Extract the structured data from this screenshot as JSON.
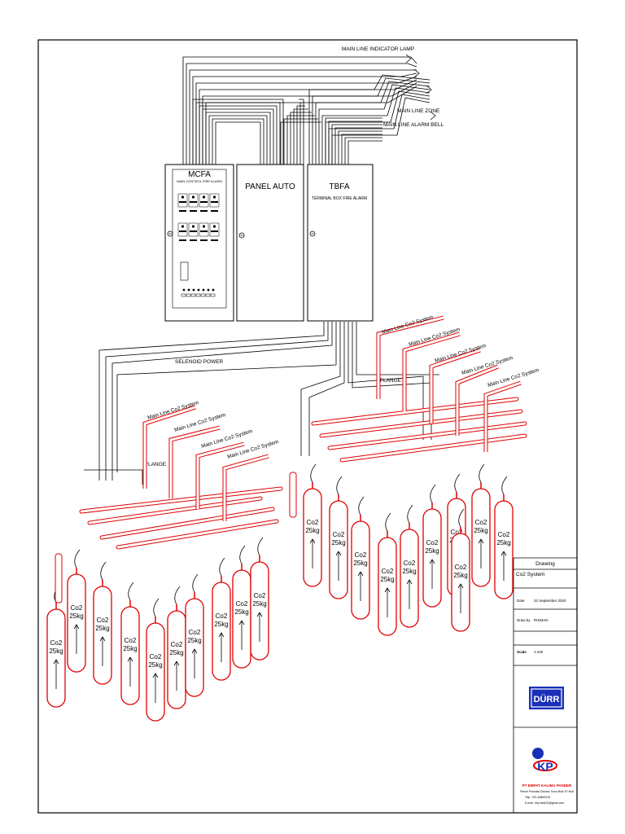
{
  "panels": {
    "mcfa": {
      "title": "MCFA",
      "subtitle": "MAIN CONTROL FIRE ALARM"
    },
    "panel_auto": {
      "title": "PANEL AUTO"
    },
    "tbfa": {
      "title": "TBFA",
      "subtitle": "TERMINAL BOX FIRE ALARM"
    }
  },
  "lines": {
    "indicator_lamp": "MAIN LINE INDICATOR LAMP",
    "zone": "MAIN LINE ZONE",
    "alarm_bell": "MAIN LINE ALARM BELL",
    "solenoid_power": "SELENOID POWER",
    "flange": "FLANGE",
    "co2_main": "Main Line Co2 System"
  },
  "cylinder": {
    "line1": "Co2",
    "line2": "25kg"
  },
  "title_block": {
    "drawing_label": "Drawing",
    "drawing_value": "Co2 System",
    "date_label": "Date",
    "date_value": "22 September 2020",
    "draw_by_label": "Draw by",
    "draw_by_value": "RISMAN",
    "scale_label": "Scale",
    "scale_value": "1:100",
    "brand_logo": "DÜRR",
    "company_logo": "KP",
    "company_name": "PT EMPAT KALIMA PANDER",
    "address": "Perum Permata Cibubur Timur Blok S7 No6",
    "phone": "Telp : 021-84820415",
    "email": "E-mail : ekp.tanb22@gmail.com"
  },
  "colors": {
    "pipe": "#e00000",
    "line": "#000000",
    "logo_blue": "#1a2fb8"
  },
  "icons": {
    "panel_handle": "circle-minus-icon",
    "cylinder_arrow": "up-arrow-icon"
  }
}
